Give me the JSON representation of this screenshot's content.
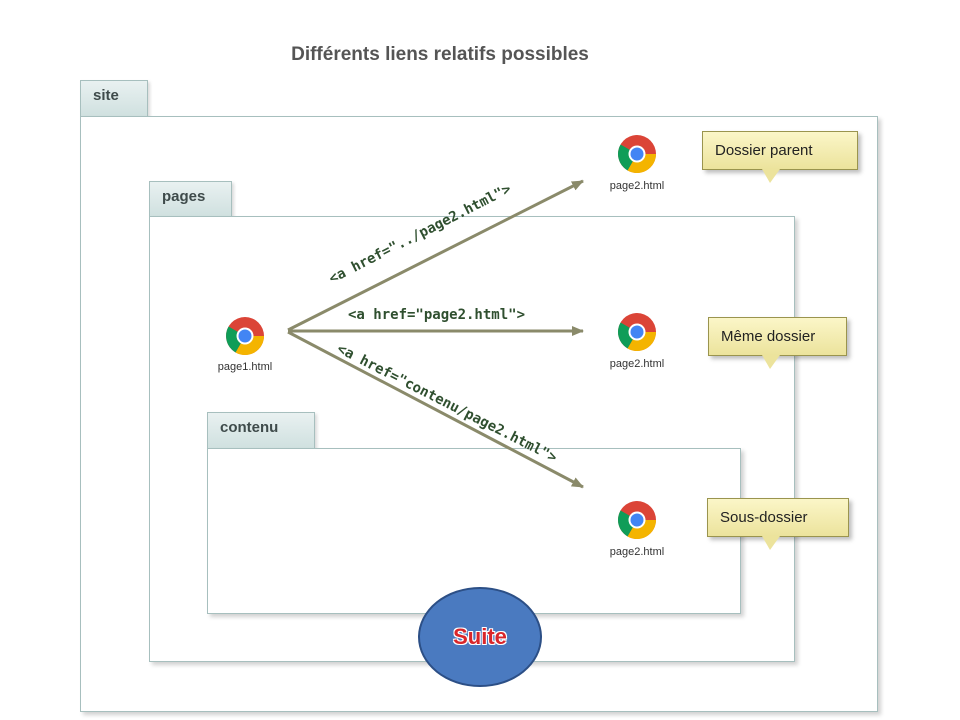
{
  "title": "Différents liens relatifs possibles",
  "folders": {
    "site": "site",
    "pages": "pages",
    "contenu": "contenu"
  },
  "files": {
    "source": "page1.html",
    "target_parent": "page2.html",
    "target_same": "page2.html",
    "target_sub": "page2.html"
  },
  "links": {
    "parent": "<a href=\"../page2.html\">",
    "same": "<a href=\"page2.html\">",
    "sub": "<a href=\"contenu/page2.html\">"
  },
  "callouts": {
    "parent": "Dossier parent",
    "same": "Même dossier",
    "sub": "Sous-dossier"
  },
  "button": {
    "label": "Suite"
  },
  "icons": {
    "browser": "chrome-icon"
  },
  "colors": {
    "arrow": "#8a8a6a",
    "callout": "#ece39c",
    "button_fill": "#4a7ac0",
    "button_text": "#d9262a"
  }
}
